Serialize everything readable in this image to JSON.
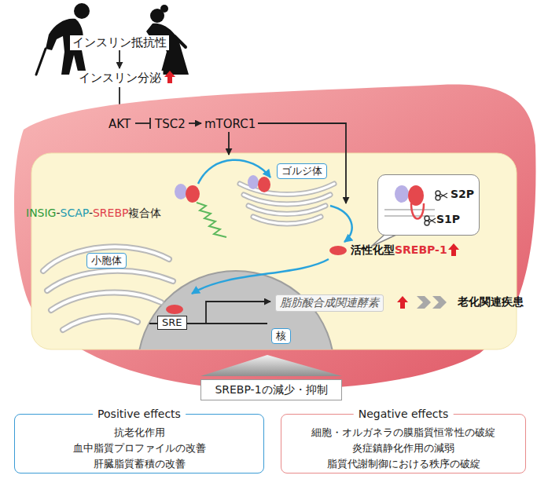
{
  "diagram": {
    "nodes": [
      {
        "text": [
          "ゴルジ体"
        ]
      },
      {
        "text": [
          "S2P",
          "S1P"
        ]
      },
      {
        "text": [
          "小胞体"
        ]
      },
      {
        "text": [
          "SRE"
        ]
      },
      {
        "text": [
          "核"
        ]
      },
      {
        "text": [
          "SREBP-1の減少・抑制"
        ]
      },
      {
        "text": [
          "Positive effects",
          "抗老化作用",
          "血中脂質プロファイルの改善",
          "肝臓脂質蓄積の改善"
        ]
      },
      {
        "text": [
          "Negative effects",
          "細胞・オルガネラの膜脂質恒常性の破綻",
          "炎症鎮静化作用の減弱",
          "脂質代謝制御における秩序の破綻"
        ]
      }
    ],
    "labels": [
      "インスリン抵抗性",
      "インスリン分泌",
      "AKT",
      "TSC2",
      "mTORC1",
      "INSIG",
      "-",
      "SCAP",
      "-",
      "SREBP",
      "複合体",
      "活性化型",
      "SREBP-1",
      "脂肪酸合成関連酵素",
      "老化関連疾患"
    ]
  }
}
